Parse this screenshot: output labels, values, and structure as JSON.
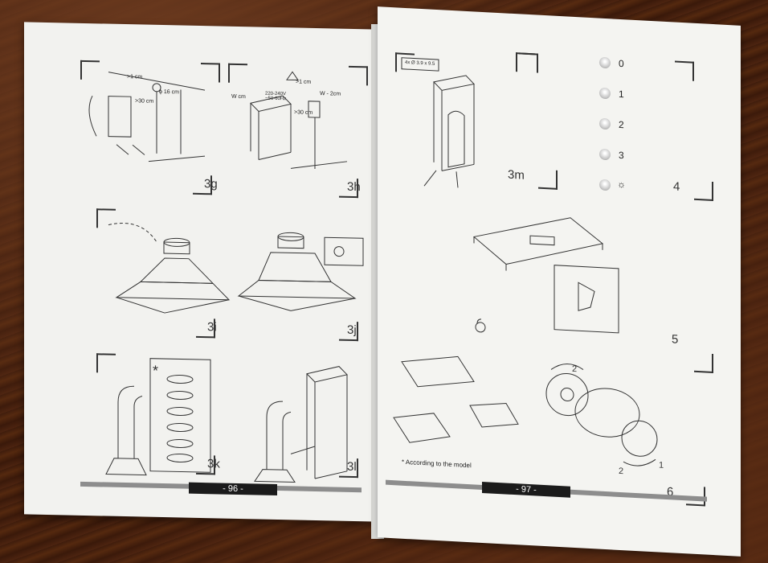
{
  "left_page": {
    "figures": [
      {
        "label": "3g",
        "dims": [
          ">1 cm",
          "ϕ 16 cm",
          ">30 cm"
        ]
      },
      {
        "label": "3h",
        "dims": [
          "W cm",
          ">1 cm",
          "W - 2cm",
          ">30 cm",
          "220-240V ~50-60Hz"
        ]
      },
      {
        "label": "3i"
      },
      {
        "label": "3j"
      },
      {
        "label": "3k",
        "note": "*"
      },
      {
        "label": "3l"
      }
    ],
    "page_number": "- 96 -"
  },
  "right_page": {
    "figures": [
      {
        "label": "3m",
        "dims": [
          "4x Ø 3.9 x 9.5"
        ]
      },
      {
        "label": "4"
      },
      {
        "label": "5"
      },
      {
        "label": "6"
      }
    ],
    "speed_labels": [
      "0",
      "1",
      "2",
      "3"
    ],
    "light_icon": "sun-icon",
    "fan_arrows": [
      "2",
      "1",
      "2"
    ],
    "footnote": "* According to the model",
    "page_number": "- 97 -"
  }
}
